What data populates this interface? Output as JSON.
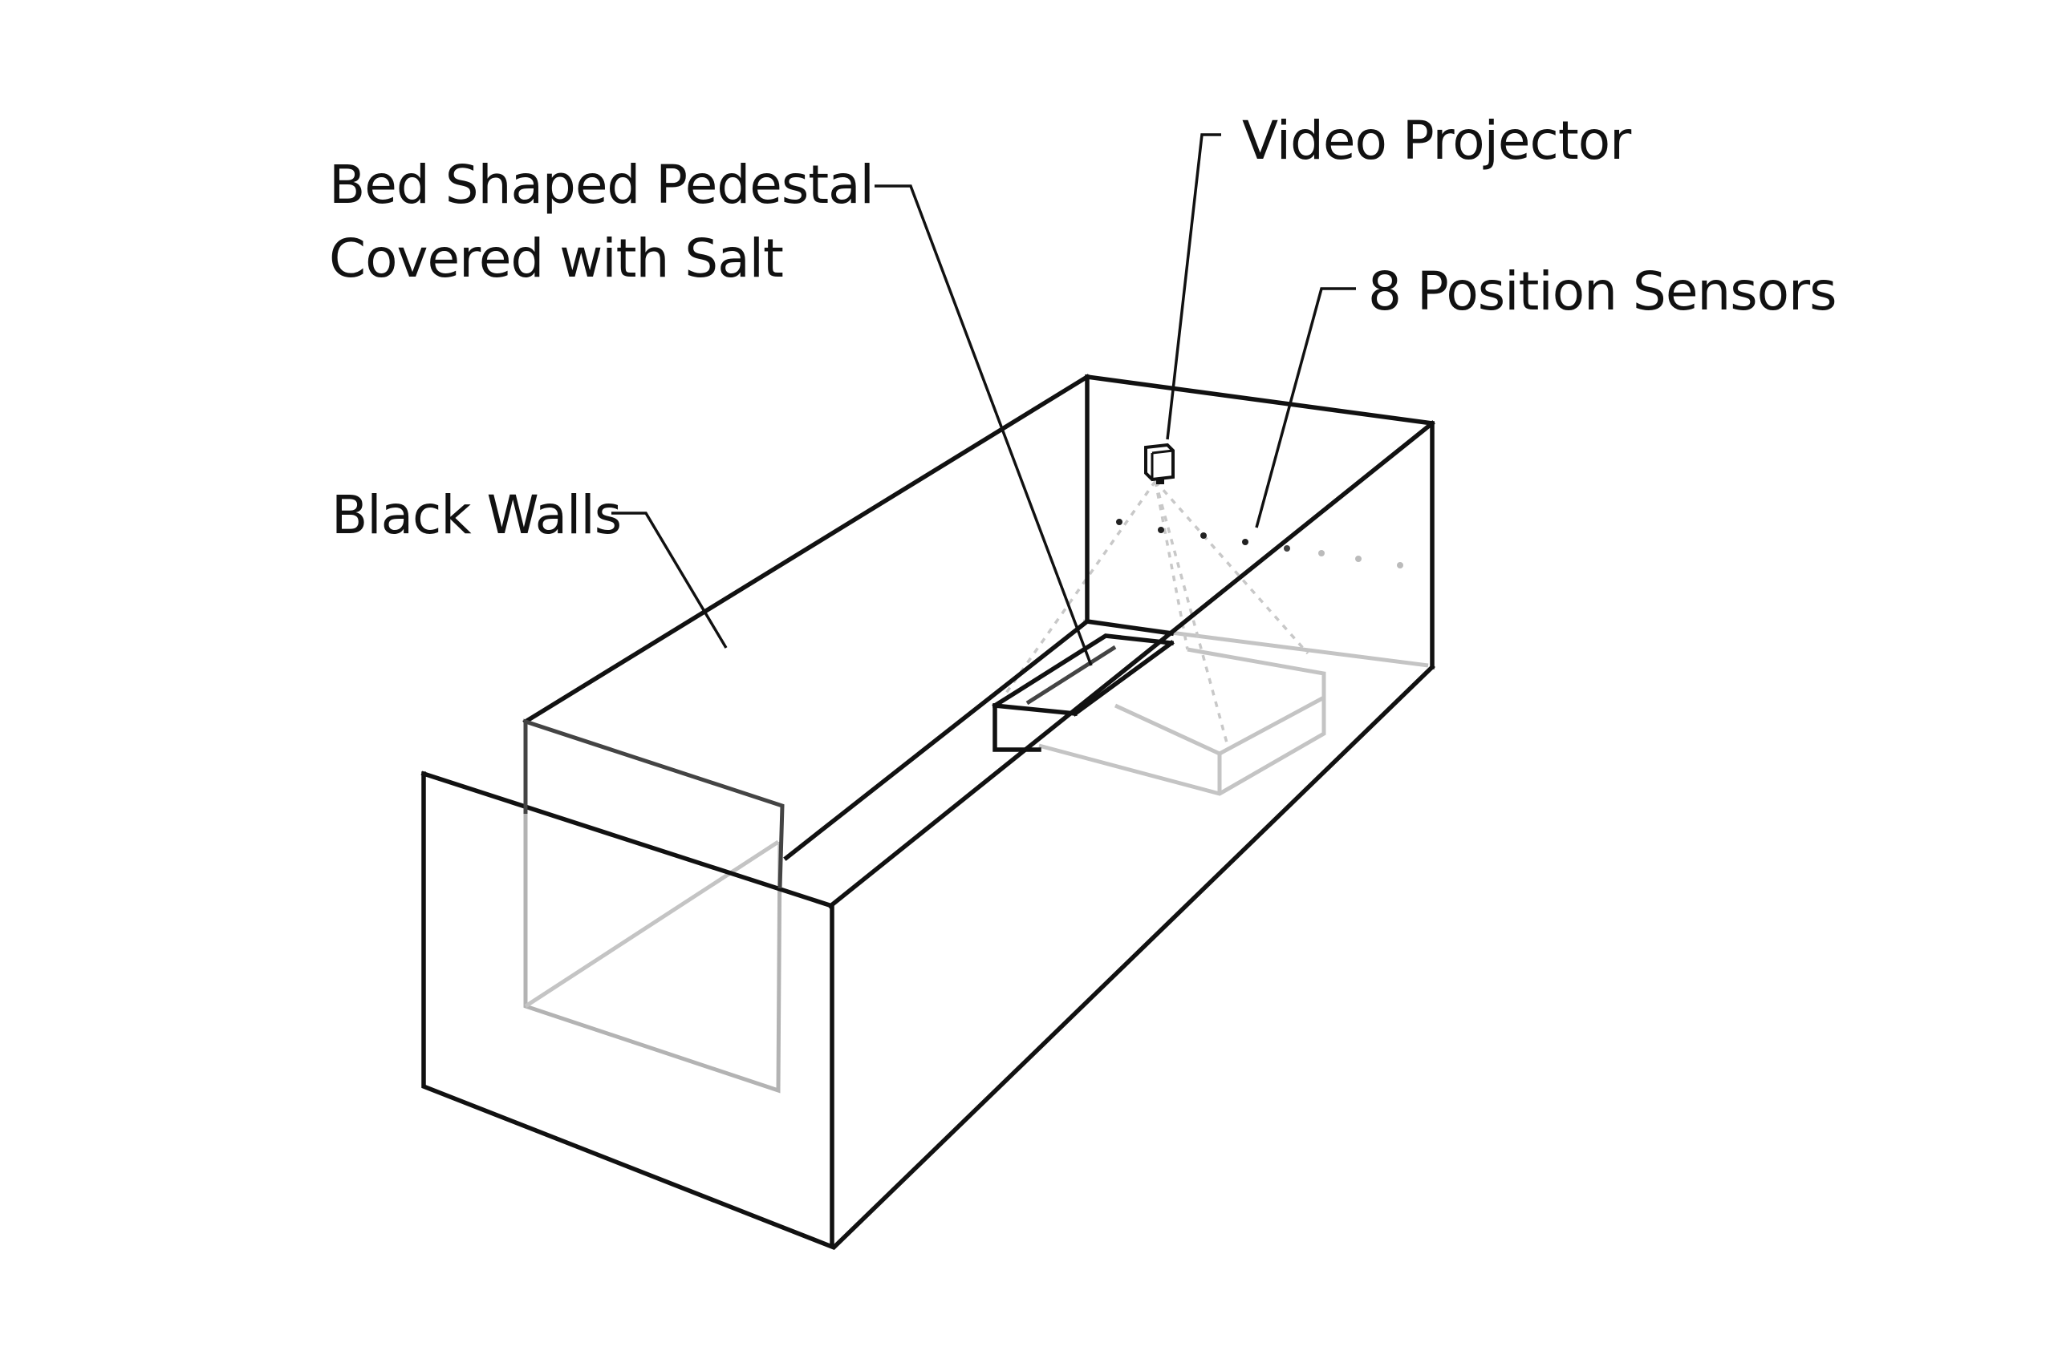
{
  "labels": {
    "video_projector": "Video Projector",
    "pedestal_line1": "Bed Shaped Pedestal",
    "pedestal_line2": "Covered with Salt",
    "position_sensors": "8 Position Sensors",
    "black_walls": "Black Walls"
  },
  "colors": {
    "outline": "#111111",
    "hidden_edges": "#c4c4c4",
    "projection_beam": "#c8c8c8"
  },
  "sensor_count": 8
}
